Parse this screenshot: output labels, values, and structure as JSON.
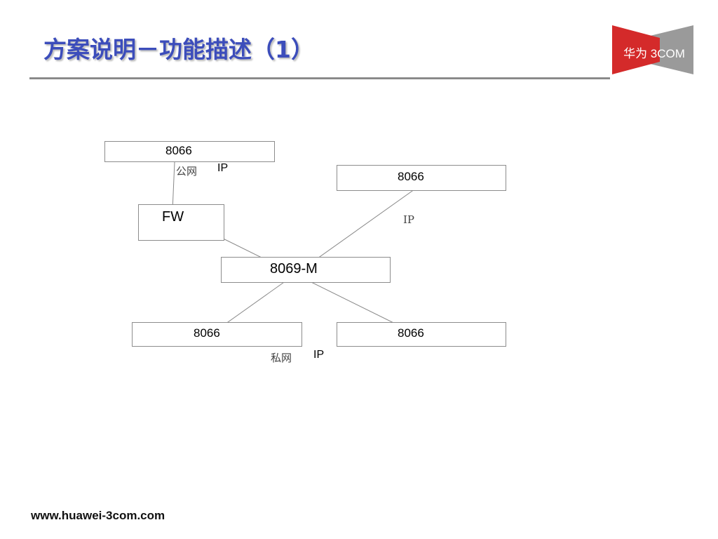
{
  "header": {
    "title": "方案说明－功能描述（1）"
  },
  "logo": {
    "text": "华为 3COM",
    "colors": {
      "red": "#d42a2a",
      "gray": "#9a9a9a"
    }
  },
  "diagram": {
    "nodes": {
      "top_left": "8066",
      "top_right": "8066",
      "fw": "FW",
      "center": "8069-M",
      "bottom_left": "8066",
      "bottom_right": "8066"
    },
    "notes": {
      "public_ip_cn": "公网",
      "public_ip": "IP",
      "mid_ip": "IP",
      "private_ip_cn": "私网",
      "private_ip": "IP"
    }
  },
  "footer": {
    "url": "www.huawei-3com.com"
  }
}
